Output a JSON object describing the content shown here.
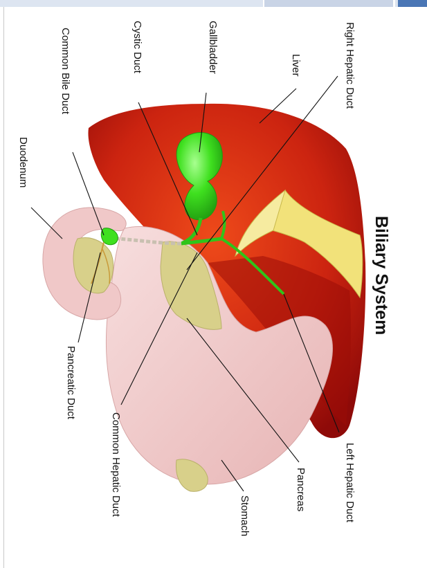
{
  "title": "Biliary System",
  "labels": {
    "right_hepatic_duct": "Right Hepatic Duct",
    "liver": "Liver",
    "gallbladder": "Gallbladder",
    "cystic_duct": "Cystic Duct",
    "common_bile_duct": "Common Bile Duct",
    "duodenum": "Duodenum",
    "pancreatic_duct": "Pancreatic Duct",
    "common_hepatic_duct": "Common Hepatic Duct",
    "stomach": "Stomach",
    "pancreas": "Pancreas",
    "left_hepatic_duct": "Left Hepatic Duct"
  },
  "colors": {
    "liver": "#d42a10",
    "liver_dark": "#9a0c08",
    "gallbladder": "#3fe01f",
    "stomach": "#f0c8c8",
    "pancreas": "#d8d08a",
    "ligament": "#f2e27a",
    "header_accent": "#4a76b5"
  }
}
